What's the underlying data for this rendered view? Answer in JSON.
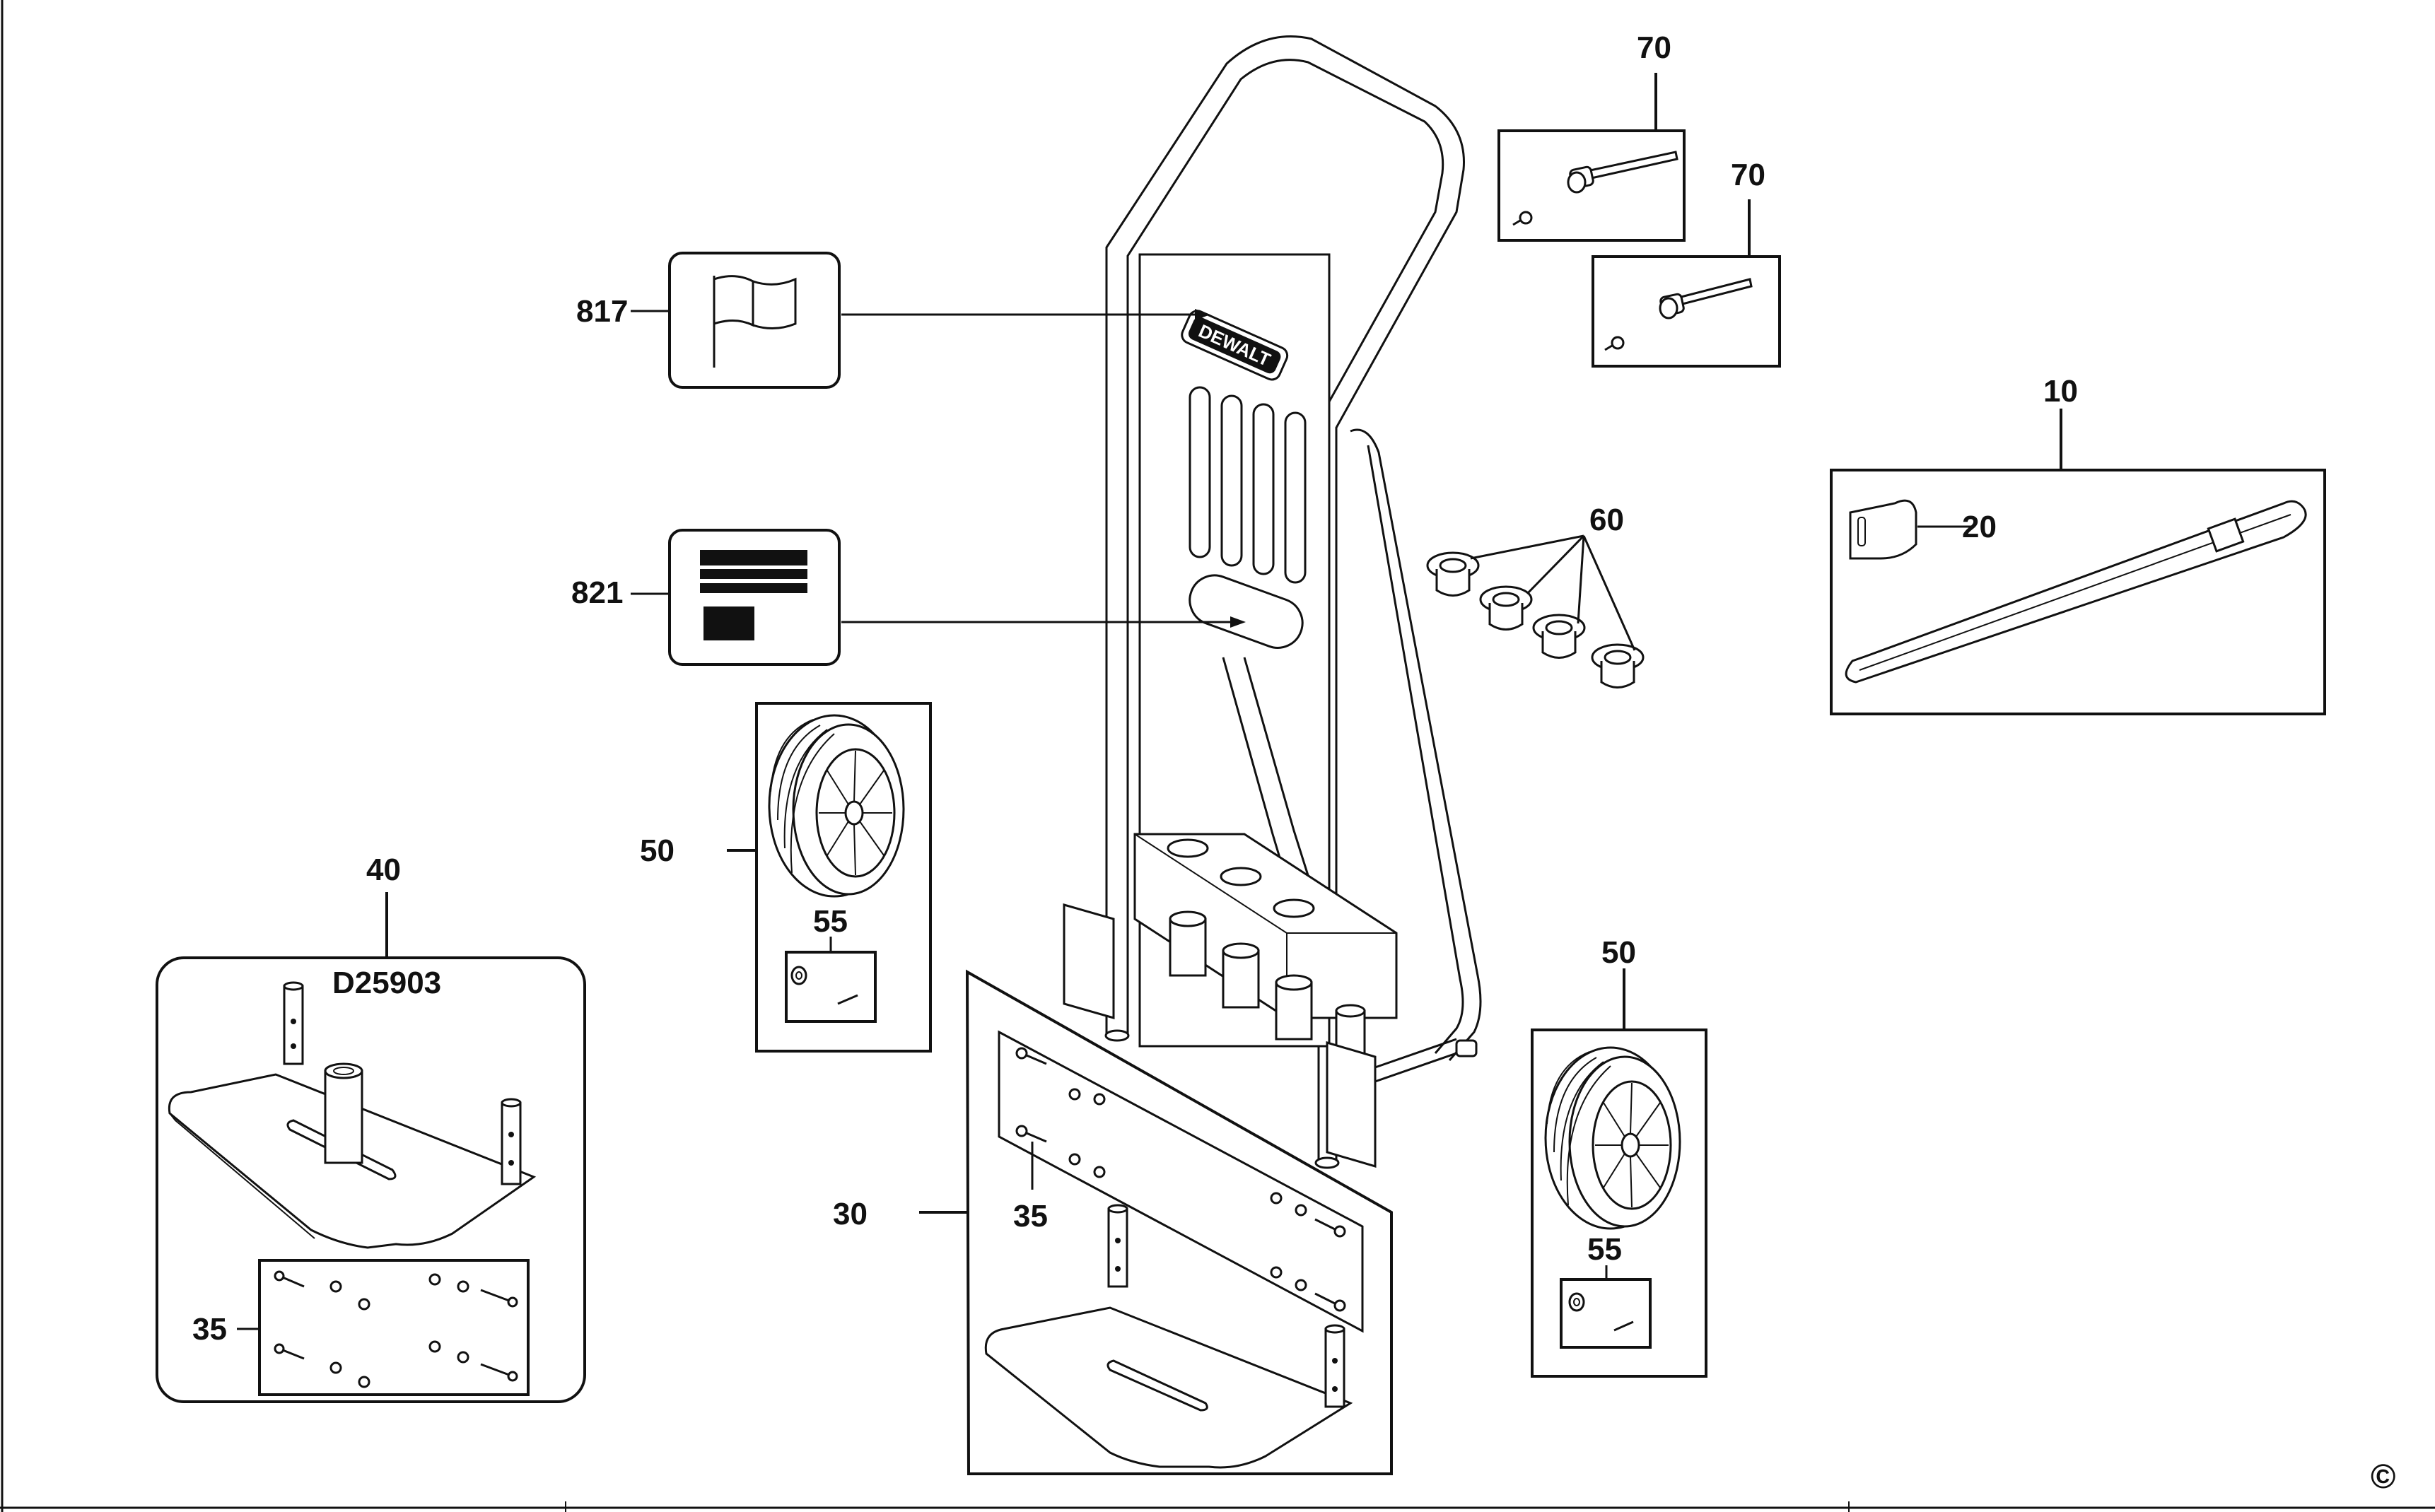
{
  "diagram": {
    "callouts": [
      {
        "id": "c817",
        "text": "817"
      },
      {
        "id": "c821",
        "text": "821"
      },
      {
        "id": "c70a",
        "text": "70"
      },
      {
        "id": "c70b",
        "text": "70"
      },
      {
        "id": "c10",
        "text": "10"
      },
      {
        "id": "c20",
        "text": "20"
      },
      {
        "id": "c60",
        "text": "60"
      },
      {
        "id": "c50a",
        "text": "50"
      },
      {
        "id": "c55a",
        "text": "55"
      },
      {
        "id": "c40",
        "text": "40"
      },
      {
        "id": "cD25903",
        "text": "D25903"
      },
      {
        "id": "c35a",
        "text": "35"
      },
      {
        "id": "c30",
        "text": "30"
      },
      {
        "id": "c35b",
        "text": "35"
      },
      {
        "id": "c50b",
        "text": "50"
      },
      {
        "id": "c55b",
        "text": "55"
      }
    ],
    "logo_text": "DEWALT",
    "copyright": "©"
  }
}
